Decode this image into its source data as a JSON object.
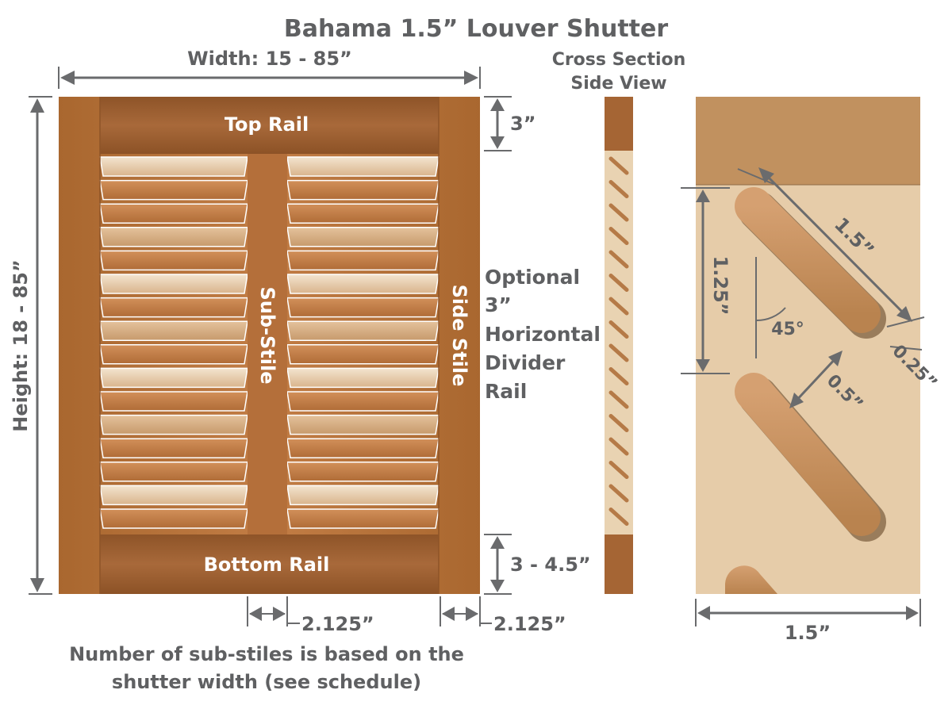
{
  "title": "Bahama 1.5” Louver Shutter",
  "labels": {
    "width": "Width: 15 - 85”",
    "height": "Height: 18 - 85”",
    "top_rail": "Top Rail",
    "bottom_rail": "Bottom Rail",
    "sub_stile": "Sub-Stile",
    "side_stile": "Side Stile",
    "top_rail_dim": "3”",
    "bottom_rail_dim": "3 - 4.5”",
    "sub_stile_dim": "2.125”",
    "side_stile_dim": "2.125”",
    "optional_divider": [
      "Optional",
      "3”",
      "Horizontal",
      "Divider",
      "Rail"
    ],
    "note_line1": "Number of sub-stiles is based on the",
    "note_line2": "shutter width (see schedule)",
    "cross_section_line1": "Cross Section",
    "cross_section_line2": "Side View",
    "louver_length": "1.5”",
    "louver_spacing": "1.25”",
    "angle": "45°",
    "louver_thickness": "0.25”",
    "louver_gap": "0.5”",
    "section_width": "1.5”"
  },
  "colors": {
    "text": "#5f6062",
    "dimension_lines": "#6a6b6d",
    "frame_wood": "#b8733d",
    "louver_wood": "#c48552",
    "light_wood": "#e6cfae",
    "section_background": "#e5cba9"
  }
}
